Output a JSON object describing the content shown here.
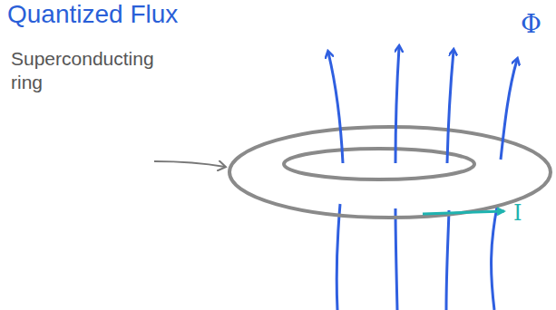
{
  "diagram": {
    "title": "Quantized Flux",
    "labels": [
      "Superconducting ring",
      "Φ",
      "I"
    ]
  }
}
